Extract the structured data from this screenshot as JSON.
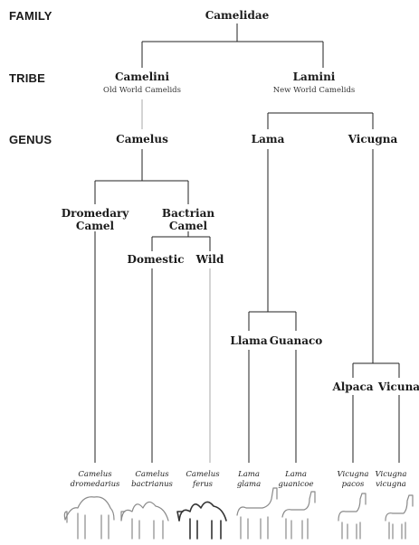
{
  "ranks": {
    "family": "FAMILY",
    "tribe": "TRIBE",
    "genus": "GENUS"
  },
  "family": {
    "name": "Camelidae"
  },
  "tribes": [
    {
      "name": "Camelini",
      "subtitle": "Old World Camelids"
    },
    {
      "name": "Lamini",
      "subtitle": "New World Camelids"
    }
  ],
  "genera": [
    "Camelus",
    "Lama",
    "Vicugna"
  ],
  "camelus_species": [
    {
      "line1": "Dromedary",
      "line2": "Camel"
    },
    {
      "line1": "Bactrian",
      "line2": "Camel"
    }
  ],
  "bactrian_types": [
    "Domestic",
    "Wild"
  ],
  "lama_species": [
    "Llama",
    "Guanaco"
  ],
  "vicugna_species": [
    "Alpaca",
    "Vicuna"
  ],
  "scientific_names": [
    {
      "genus": "Camelus",
      "species": "dromedarius"
    },
    {
      "genus": "Camelus",
      "species": "bactrianus"
    },
    {
      "genus": "Camelus",
      "species": "ferus"
    },
    {
      "genus": "Lama",
      "species": "glama"
    },
    {
      "genus": "Lama",
      "species": "guanicoe"
    },
    {
      "genus": "Vicugna",
      "species": "pacos"
    },
    {
      "genus": "Vicugna",
      "species": "vicugna"
    }
  ],
  "animal_silhouettes": [
    "dromedary-icon",
    "bactrian-camel-icon",
    "wild-bactrian-camel-icon",
    "llama-icon",
    "guanaco-icon",
    "alpaca-icon",
    "vicuna-icon"
  ],
  "colors": {
    "line": "#222222",
    "text": "#1a1a1a",
    "sketch": "#8a8a8a"
  }
}
